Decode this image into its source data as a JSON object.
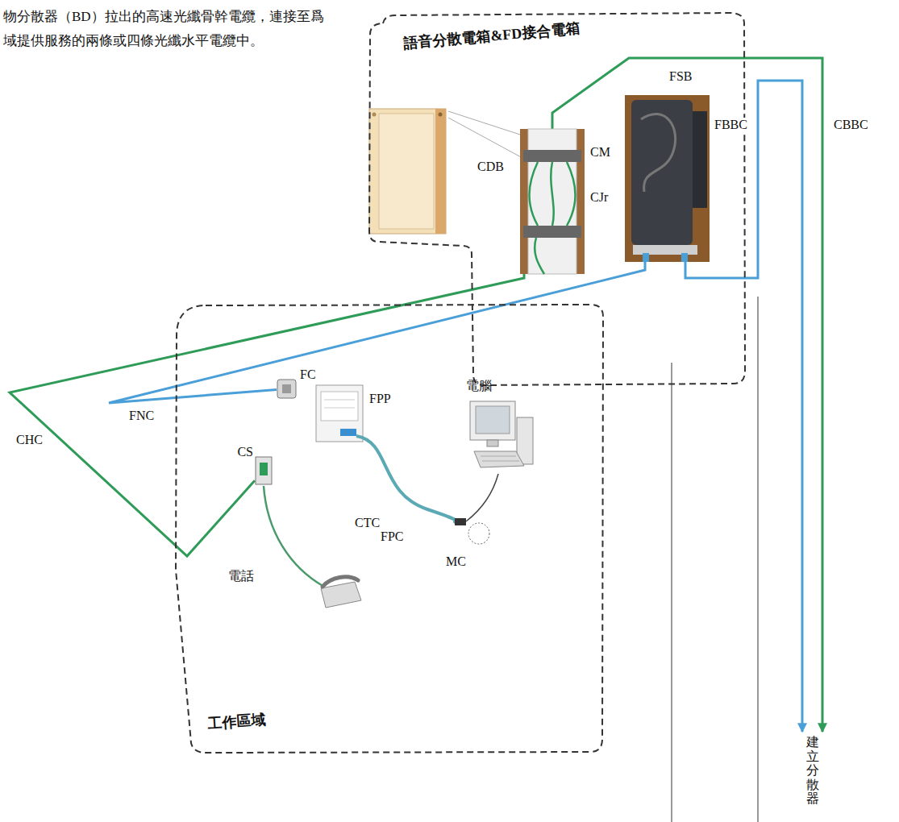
{
  "diagram": {
    "nodes": [
      {
        "text": [
          "語音分散電箱&FD接合電箱"
        ]
      },
      {
        "text": [
          "CDB"
        ],
        "in": 0
      },
      {
        "text": [
          "FSB"
        ],
        "in": 0
      },
      {
        "text": [
          "工作區域"
        ]
      },
      {
        "text": [
          "FC"
        ],
        "in": 3
      },
      {
        "text": [
          "CS"
        ],
        "in": 3
      },
      {
        "text": [
          "建立分散器"
        ]
      }
    ],
    "edges": [
      {
        "from": 1,
        "to": 5,
        "label": "CHC",
        "arrow": "none"
      },
      {
        "from": 2,
        "to": 4,
        "label": "FNC",
        "arrow": "none"
      },
      {
        "from": 2,
        "to": 6,
        "label": "FBBC",
        "arrow": "to"
      },
      {
        "from": 1,
        "to": 6,
        "label": "CBBC",
        "arrow": "to"
      }
    ],
    "labels": [
      "物分散器（BD）拉出的高速光纖骨幹電纜，連接至爲 域提供服務的兩條或四條光纖水平電纜中。",
      "CM",
      "CJr",
      "FPP",
      "電腦",
      "FPC",
      "MC",
      "CTC",
      "電話"
    ]
  }
}
